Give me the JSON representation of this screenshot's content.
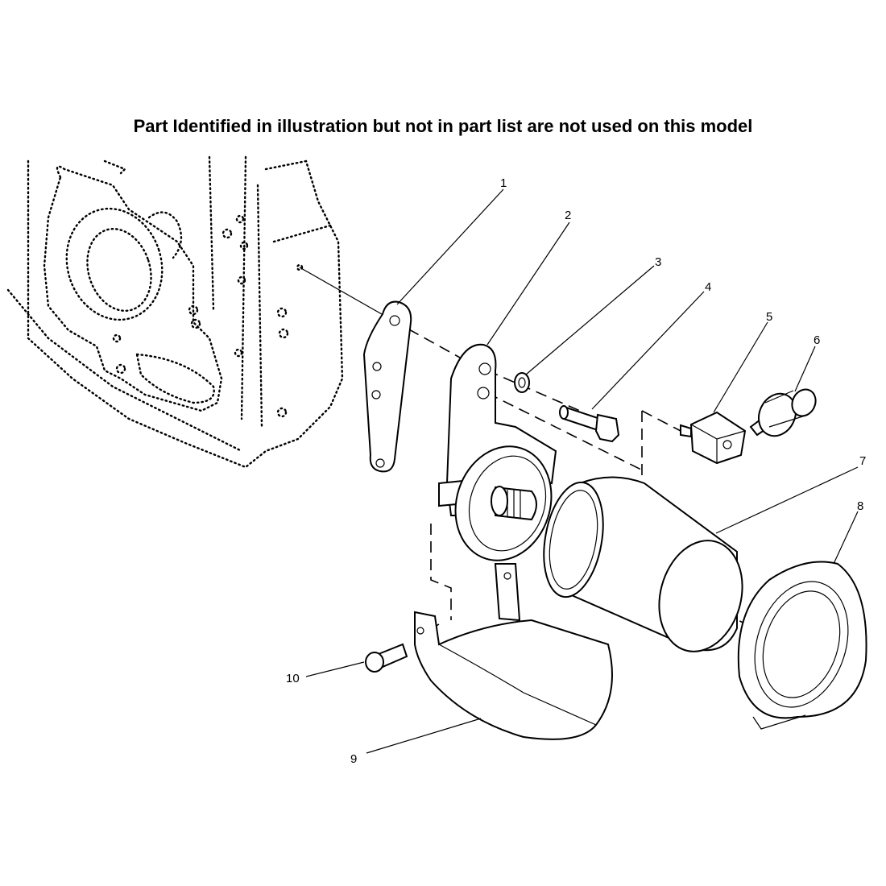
{
  "notice": "Part Identified in illustration but not in part list are not used on this model",
  "callouts": [
    "1",
    "2",
    "3",
    "4",
    "5",
    "6",
    "7",
    "8",
    "9",
    "10"
  ],
  "parts": [
    {
      "callout": "1",
      "icon": "mounting-plate-icon"
    },
    {
      "callout": "2",
      "icon": "filter-head-bracket-icon"
    },
    {
      "callout": "3",
      "icon": "washer-icon"
    },
    {
      "callout": "4",
      "icon": "bolt-icon"
    },
    {
      "callout": "5",
      "icon": "adapter-block-icon"
    },
    {
      "callout": "6",
      "icon": "sending-unit-icon"
    },
    {
      "callout": "7",
      "icon": "filter-element-icon"
    },
    {
      "callout": "8",
      "icon": "seal-ring-icon"
    },
    {
      "callout": "9",
      "icon": "guard-shield-icon"
    },
    {
      "callout": "10",
      "icon": "screw-icon"
    }
  ]
}
